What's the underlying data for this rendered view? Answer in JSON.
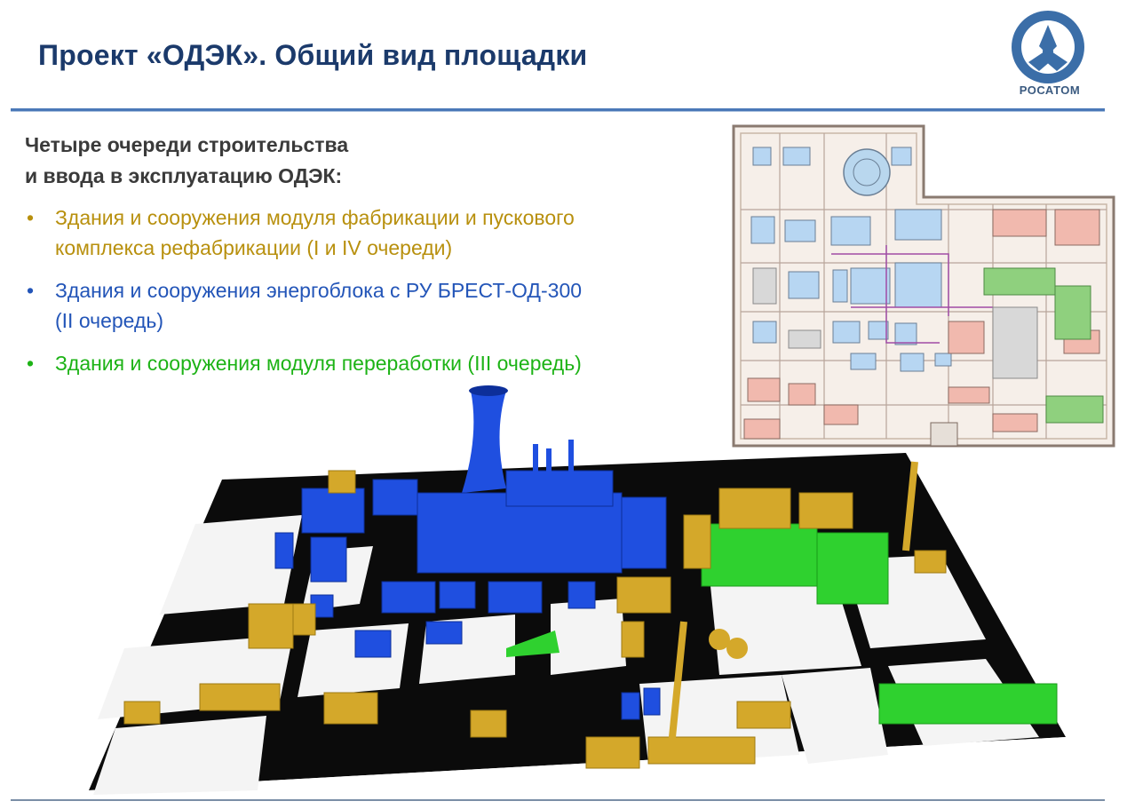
{
  "slide": {
    "title": "Проект «ОДЭК». Общий вид площадки",
    "logo_text": "РОСАТОМ",
    "intro_line1": "Четыре очереди строительства",
    "intro_line2": "и ввода в эксплуатацию ОДЭК:",
    "bullet_char": "•",
    "bullets": [
      {
        "line1": "Здания и сооружения модуля фабрикации и пускового",
        "line2": "комплекса рефабрикации (I и IV очереди)",
        "color": "#b8900e"
      },
      {
        "line1": "Здания и сооружения энергоблока с РУ БРЕСТ-ОД-300",
        "line2": "(II очередь)",
        "color": "#2355b8"
      },
      {
        "line1": "Здания и сооружения модуля переработки (III очередь)",
        "line2": "",
        "color": "#1db316"
      }
    ]
  },
  "colors": {
    "title": "#1b3a6b",
    "gold": "#d4a82a",
    "blue": "#1f4fe0",
    "green": "#2fd12f",
    "accent_line": "#4a78b8"
  }
}
